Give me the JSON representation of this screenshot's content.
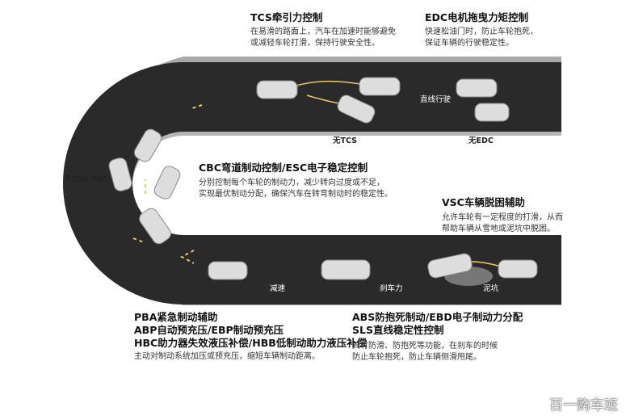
{
  "tcs": {
    "title": "TCS牵引力控制",
    "lines": [
      "在易滑的路面上，汽车在加速时能够避免",
      "或减轻车轮打滑，保持行驶安全性。"
    ]
  },
  "edc": {
    "title": "EDC电机拖曳力矩控制",
    "lines": [
      "快速松油门时，防止车轮抱死，",
      "保证车辆的行驶稳定性。"
    ]
  },
  "cbc": {
    "title": "CBC弯道制动控制/ESC电子稳定控制",
    "lines": [
      "分别控制每个车轮的制动力，减少转向过度或不足，",
      "实现最优制动分配，确保汽车在转弯制动时的稳定性。"
    ]
  },
  "vsc": {
    "title": "VSC车辆脱困辅助",
    "lines": [
      "允许车轮有一定程度的打滑，从而",
      "帮助车辆从雪地或泥坑中脱困。"
    ]
  },
  "pba": {
    "titles": [
      "PBA紧急制动辅助",
      "ABP自动预充压/EBP制动预充压",
      "HBC助力器失效液压补偿/HBB低制动助力液压补偿"
    ],
    "lines": [
      "主动对制动系统加压或预充压，缩短车辆制动距离。"
    ]
  },
  "abs": {
    "titles": [
      "ABS防抱死制动/EBD电子制动力分配",
      "SLS直线稳定性控制"
    ],
    "lines": [
      "具有防滑、防抱死等功能，在刹车的时候",
      "防止车轮抱死，防止车辆侧滑甩尾。"
    ]
  },
  "labels": {
    "no_tcs": "无TCS",
    "no_edc": "无EDC",
    "straight": "直线行驶",
    "no_cbc": "无CBC/ESC",
    "decel": "减速",
    "brake": "刹车力",
    "mud": "泥坑"
  },
  "watermark": "百一购车班",
  "colors": {
    "road": "#2b2a2b",
    "border": "#a9a9a9",
    "lane": "#e8c860"
  }
}
